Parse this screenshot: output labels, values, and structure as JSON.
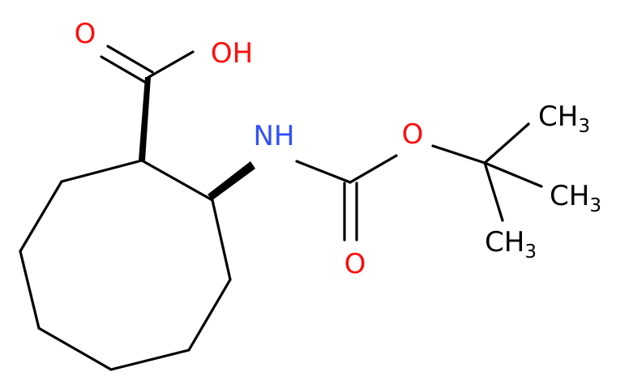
{
  "colors": {
    "bond": "#000000",
    "oxygen": "#ff0d0d",
    "nitrogen": "#3050f8",
    "carbon": "#000000",
    "background": "#ffffff"
  },
  "atoms": {
    "carbonyl_oxygen_acid": "O",
    "hydroxyl": "OH",
    "amine": "NH",
    "ester_oxygen": "O",
    "carbonyl_oxygen_carbamate": "O",
    "methyl_1": {
      "main": "CH",
      "sub": "3"
    },
    "methyl_2": {
      "main": "CH",
      "sub": "3"
    },
    "methyl_3": {
      "main": "CH",
      "sub": "3"
    }
  }
}
